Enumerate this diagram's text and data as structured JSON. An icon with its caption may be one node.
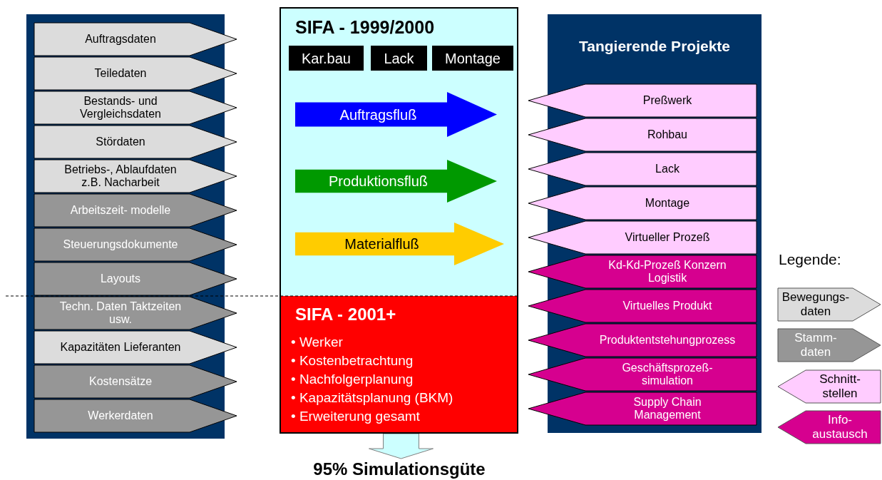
{
  "diagram": {
    "nodes": [
      {
        "text": [],
        "shape": "box"
      },
      {
        "text": [
          "Auftragsdaten"
        ],
        "in": 0
      },
      {
        "text": [
          "Teiledaten"
        ],
        "in": 0
      },
      {
        "text": [
          "Bestands- und Vergleichsdaten"
        ],
        "in": 0
      },
      {
        "text": [
          "Stördaten"
        ],
        "in": 0
      },
      {
        "text": [
          "Betriebs-, Ablaufdaten z.B. Nacharbeit"
        ],
        "in": 0
      },
      {
        "text": [
          "Arbeitszeit- modelle"
        ],
        "in": 0
      },
      {
        "text": [
          "Steuerungsdokumente"
        ],
        "in": 0
      },
      {
        "text": [
          "Layouts"
        ],
        "in": 0
      },
      {
        "text": [
          "Techn. Daten Taktzeiten usw."
        ],
        "in": 0
      },
      {
        "text": [
          "Kapazitäten Lieferanten"
        ],
        "in": 0
      },
      {
        "text": [
          "Kostensätze"
        ],
        "in": 0
      },
      {
        "text": [
          "Werkerdaten"
        ],
        "in": 0
      },
      {
        "text": [
          "SIFA - 1999/2000"
        ]
      },
      {
        "text": [
          "Kar.bau"
        ],
        "in": 13
      },
      {
        "text": [
          "Lack"
        ],
        "in": 13
      },
      {
        "text": [
          "Montage"
        ],
        "in": 13
      },
      {
        "text": [
          "Auftragsfluß"
        ],
        "in": 13
      },
      {
        "text": [
          "Produktionsfluß"
        ],
        "in": 13
      },
      {
        "text": [
          "Materialfluß"
        ],
        "in": 13
      },
      {
        "text": [
          "SIFA - 2001+",
          "• Werker",
          "• Kostenbetrachtung",
          "• Nachfolgerplanung",
          "• Kapazitätsplanung (BKM)",
          "• Erweiterung gesamt"
        ]
      },
      {
        "text": [
          "95% Simulationsgüte"
        ]
      },
      {
        "text": [
          "Tangierende Projekte"
        ]
      },
      {
        "text": [
          "Preßwerk"
        ],
        "in": 22
      },
      {
        "text": [
          "Rohbau"
        ],
        "in": 22
      },
      {
        "text": [
          "Lack"
        ],
        "in": 22
      },
      {
        "text": [
          "Montage"
        ],
        "in": 22
      },
      {
        "text": [
          "Virtueller Prozeß"
        ],
        "in": 22
      },
      {
        "text": [
          "Kd-Kd-Prozeß Konzern Logistik"
        ],
        "in": 22
      },
      {
        "text": [
          "Virtuelles Produkt"
        ],
        "in": 22
      },
      {
        "text": [
          "Produktentstehungprozess"
        ],
        "in": 22
      },
      {
        "text": [
          "Geschäftsprozeß- simulation"
        ],
        "in": 22
      },
      {
        "text": [
          "Supply Chain Management"
        ],
        "in": 22
      }
    ],
    "edges": [
      {
        "from": 20,
        "to": 21,
        "arrow": "to"
      }
    ],
    "labels": [
      "Legende:"
    ],
    "legend": [
      {
        "text": "Bewegungs- daten",
        "color": "#dcdcdc"
      },
      {
        "text": "Stamm- daten",
        "color": "#969696"
      },
      {
        "text": "Schnitt- stellen",
        "color": "#ffccff"
      },
      {
        "text": "Info- austausch",
        "color": "#d6008f"
      }
    ]
  }
}
